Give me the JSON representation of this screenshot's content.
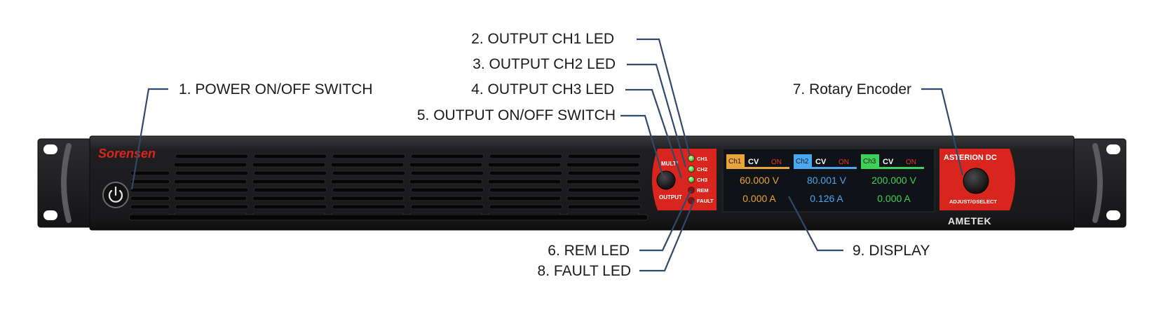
{
  "brand": "Sorensen",
  "model_label": "ASTERION DC",
  "maker_logo": "AMETEK",
  "knob_labels": {
    "multi": "MULTI",
    "output": "OUTPUT",
    "adjust": "ADJUST/⊙SELECT"
  },
  "led_labels": [
    "CH1",
    "CH2",
    "CH3",
    "REM",
    "FAULT"
  ],
  "display": {
    "channels": [
      {
        "tag": "Ch1",
        "mode": "CV",
        "state": "ON",
        "voltage": "60.000 V",
        "current": "0.000 A",
        "color": "#e9a53a"
      },
      {
        "tag": "Ch2",
        "mode": "CV",
        "state": "ON",
        "voltage": "80.001 V",
        "current": "0.126 A",
        "color": "#4aa8f0"
      },
      {
        "tag": "Ch3",
        "mode": "CV",
        "state": "ON",
        "voltage": "200.000 V",
        "current": "0.000 A",
        "color": "#3ed15a"
      }
    ]
  },
  "callouts": {
    "c1": "1. POWER ON/OFF SWITCH",
    "c2": "2. OUTPUT CH1 LED",
    "c3": "3. OUTPUT CH2 LED",
    "c4": "4. OUTPUT CH3 LED",
    "c5": "5. OUTPUT ON/OFF SWITCH",
    "c6": "6. REM LED",
    "c7": "7. Rotary Encoder",
    "c8": "8. FAULT LED",
    "c9": "9. DISPLAY"
  },
  "colors": {
    "panel": "#1c1c1e",
    "accent_red": "#d8261e",
    "leader": "#2f4a6b",
    "led_on": "#3fe03f",
    "display_bg": "#0f1216"
  },
  "icons": [
    "power-icon"
  ]
}
